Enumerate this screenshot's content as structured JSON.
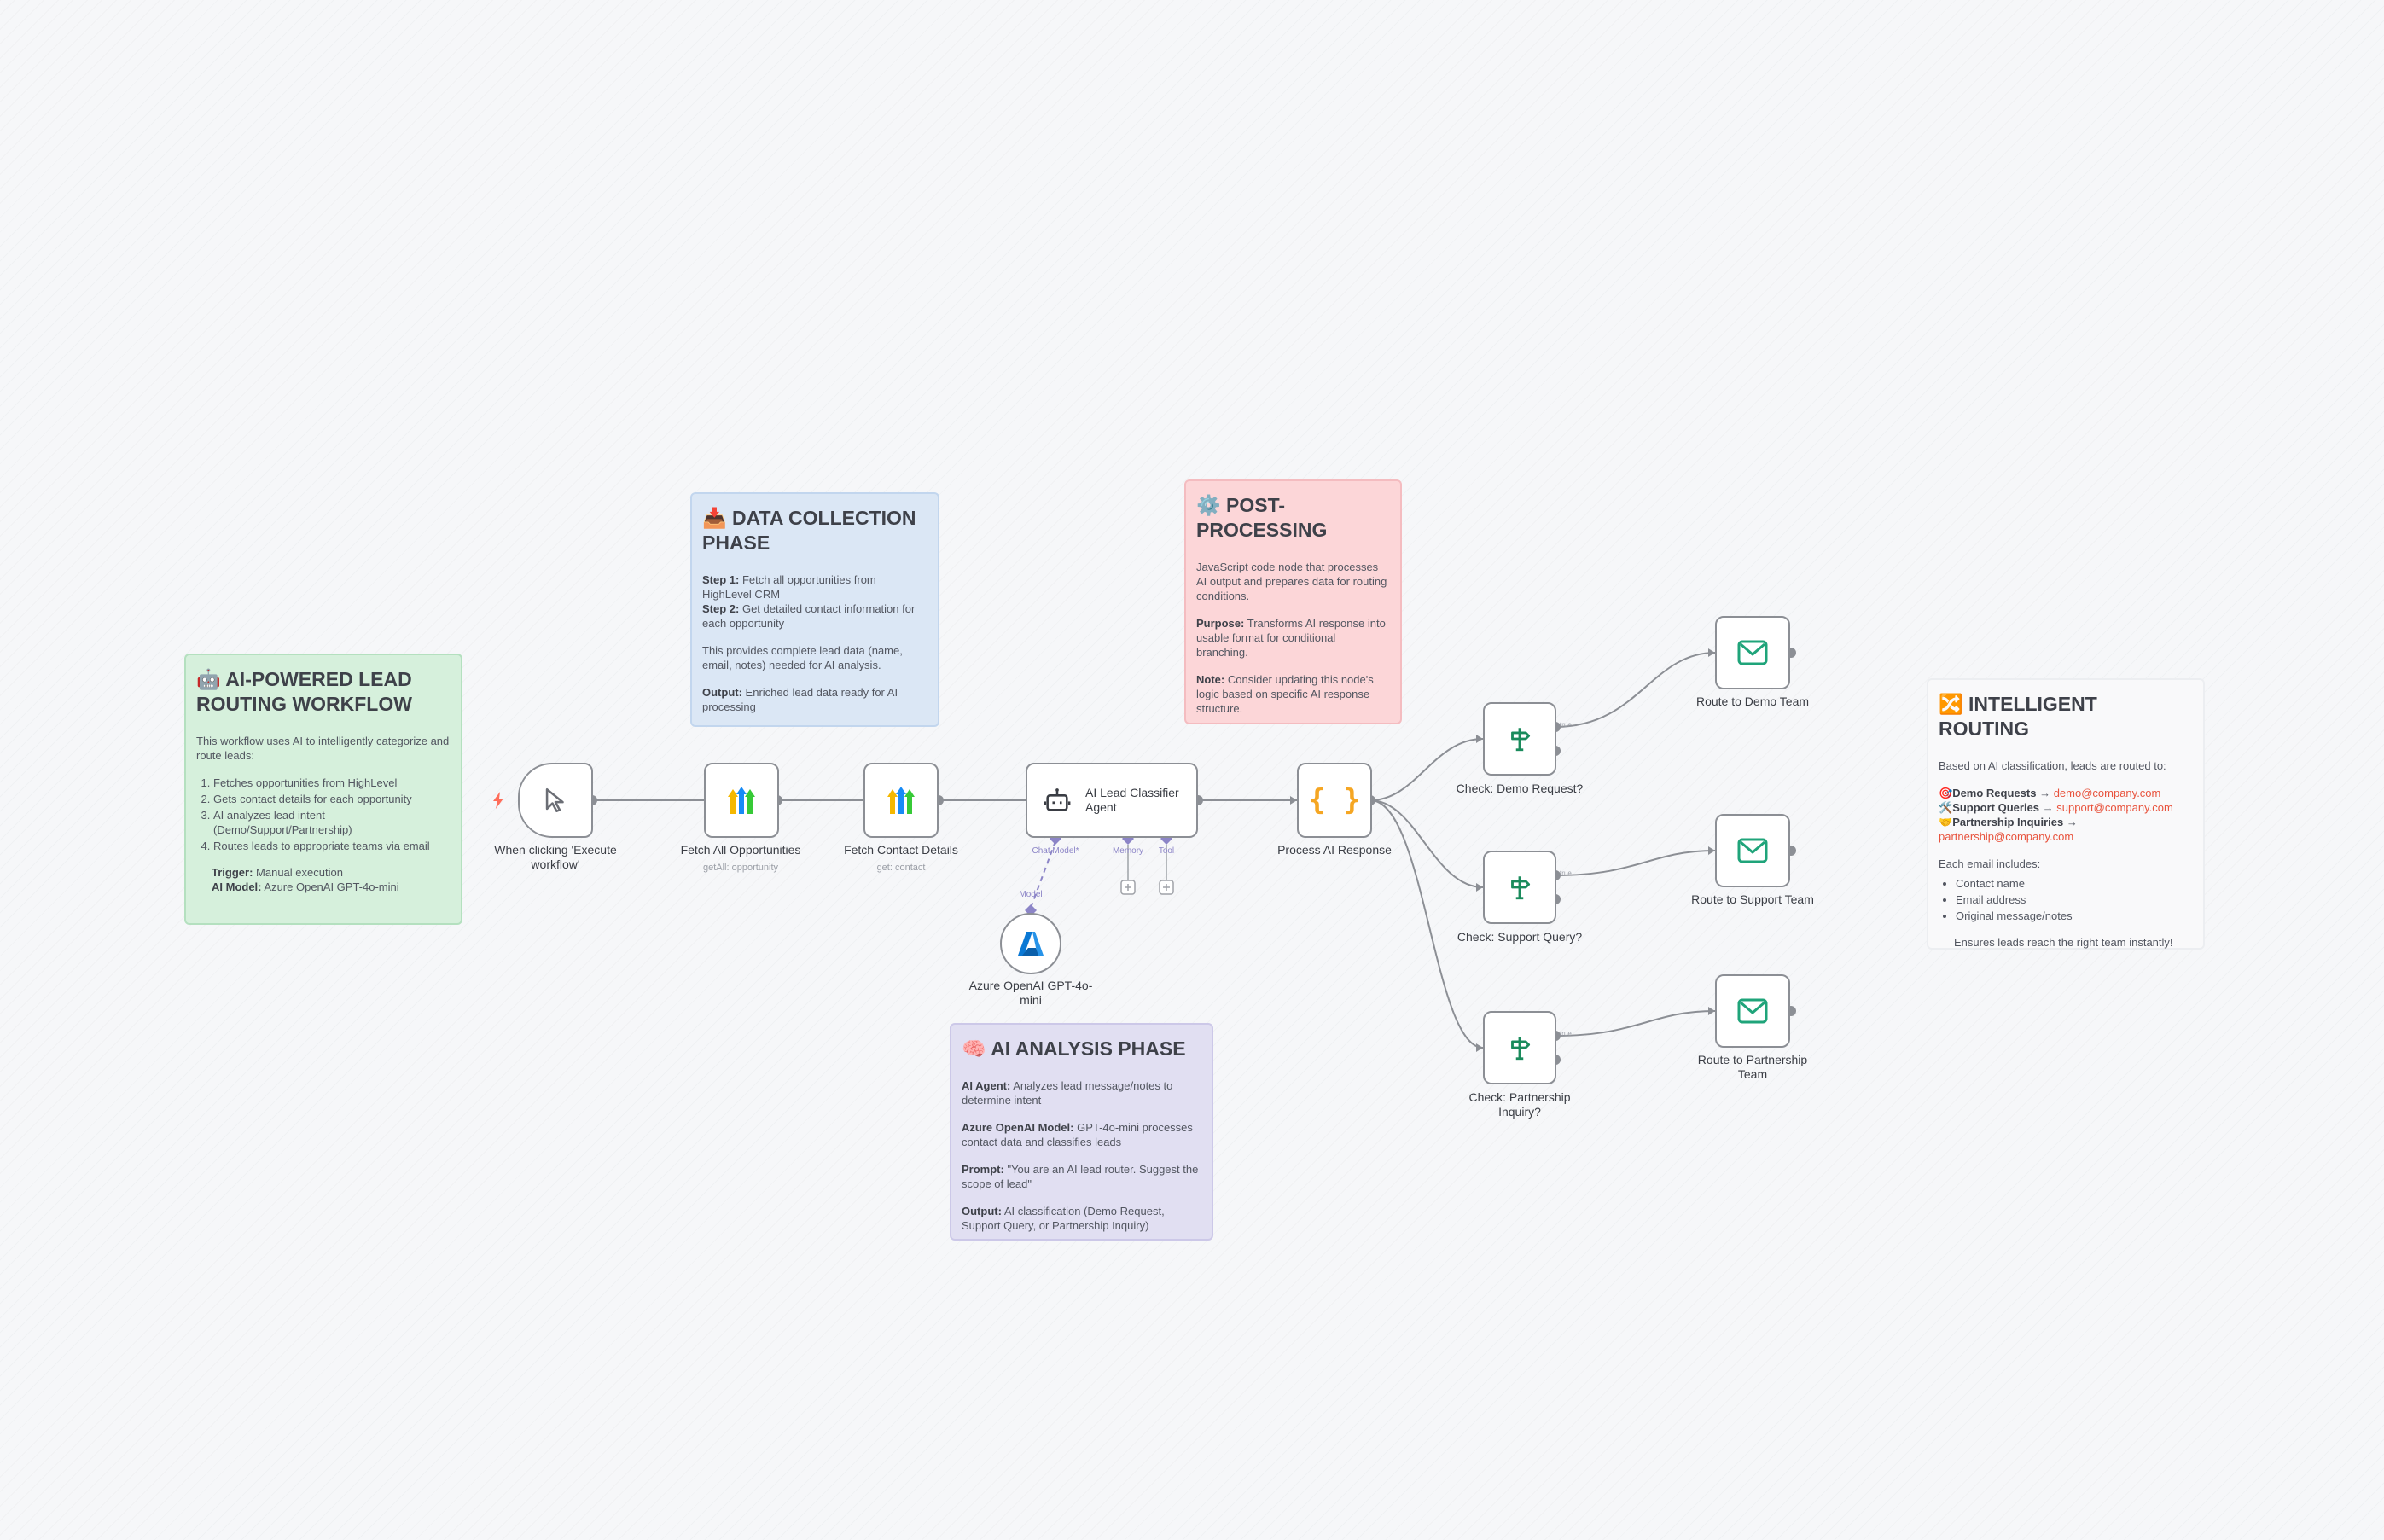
{
  "notes": {
    "workflow": {
      "icon": "🤖",
      "title": "AI-POWERED LEAD ROUTING WORKFLOW",
      "intro": "This workflow uses AI to intelligently categorize and route leads:",
      "steps": [
        "Fetches opportunities from HighLevel",
        "Gets contact details for each opportunity",
        "AI analyzes lead intent (Demo/Support/Partnership)",
        "Routes leads to appropriate teams via email"
      ],
      "trigger_label": "Trigger:",
      "trigger_value": "Manual execution",
      "model_label": "AI Model:",
      "model_value": "Azure OpenAI GPT-4o-mini"
    },
    "data_collection": {
      "icon": "📥",
      "title": "DATA COLLECTION PHASE",
      "step1_label": "Step 1:",
      "step1_text": "Fetch all opportunities from HighLevel CRM",
      "step2_label": "Step 2:",
      "step2_text": "Get detailed contact information for each opportunity",
      "body": "This provides complete lead data (name, email, notes) needed for AI analysis.",
      "output_label": "Output:",
      "output_text": "Enriched lead data ready for AI processing"
    },
    "post_processing": {
      "icon": "⚙️",
      "title": "POST-PROCESSING",
      "body": "JavaScript code node that processes AI output and prepares data for routing conditions.",
      "purpose_label": "Purpose:",
      "purpose_text": "Transforms AI response into usable format for conditional branching.",
      "note_label": "Note:",
      "note_text": "Consider updating this node's logic based on specific AI response structure."
    },
    "ai_analysis": {
      "icon": "🧠",
      "title": "AI ANALYSIS PHASE",
      "agent_label": "AI Agent:",
      "agent_text": "Analyzes lead message/notes to determine intent",
      "model_label": "Azure OpenAI Model:",
      "model_text": "GPT-4o-mini processes contact data and classifies leads",
      "prompt_label": "Prompt:",
      "prompt_text": "\"You are an AI lead router. Suggest the scope of lead\"",
      "output_label": "Output:",
      "output_text": "AI classification (Demo Request, Support Query, or Partnership Inquiry)"
    },
    "routing": {
      "icon": "🔀",
      "title": "INTELLIGENT ROUTING",
      "intro": "Based on AI classification, leads are routed to:",
      "demo_icon": "🎯",
      "demo_label": "Demo Requests",
      "demo_email": "demo@company.com",
      "support_icon": "🛠️",
      "support_label": "Support Queries",
      "support_email": "support@company.com",
      "partner_icon": "🤝",
      "partner_label": "Partnership Inquiries",
      "partner_email": "partnership@company.com",
      "arrow": "→",
      "includes": "Each email includes:",
      "items": [
        "Contact name",
        "Email address",
        "Original message/notes"
      ],
      "footer": "Ensures leads reach the right team instantly!"
    }
  },
  "nodes": {
    "trigger": {
      "label": "When clicking 'Execute workflow'",
      "icon": "cursor-icon"
    },
    "fetch_opps": {
      "label": "Fetch All Opportunities",
      "sub": "getAll: opportunity",
      "icon": "highlevel-icon"
    },
    "fetch_contact": {
      "label": "Fetch Contact Details",
      "sub": "get: contact",
      "icon": "highlevel-icon"
    },
    "agent": {
      "label": "AI Lead Classifier Agent",
      "icon": "robot-icon",
      "chat_model": "Chat Model*",
      "memory": "Memory",
      "tool": "Tool"
    },
    "azure": {
      "label": "Azure OpenAI GPT-4o-mini",
      "model_label": "Model",
      "icon": "azure-icon"
    },
    "process": {
      "label": "Process AI Response",
      "icon": "code-braces-icon",
      "glyph": "{ }"
    },
    "check_demo": {
      "label": "Check: Demo Request?",
      "icon": "signpost-icon"
    },
    "check_support": {
      "label": "Check: Support Query?",
      "icon": "signpost-icon"
    },
    "check_partner": {
      "label": "Check: Partnership Inquiry?",
      "icon": "signpost-icon"
    },
    "route_demo": {
      "label": "Route to Demo Team",
      "icon": "mail-icon"
    },
    "route_support": {
      "label": "Route to Support Team",
      "icon": "mail-icon"
    },
    "route_partner": {
      "label": "Route to Partnership Team",
      "icon": "mail-icon"
    }
  },
  "edge_labels": {
    "true": "true"
  },
  "colors": {
    "connection": "#8c8f95",
    "node_border": "#8c8f95",
    "ai_port": "#8c85c7",
    "code_orange": "#f5a623",
    "mail_green": "#1fa47a",
    "trigger_red": "#ff6d5a",
    "link_red": "#e8533d",
    "azure_blue": "#0a78d4"
  }
}
